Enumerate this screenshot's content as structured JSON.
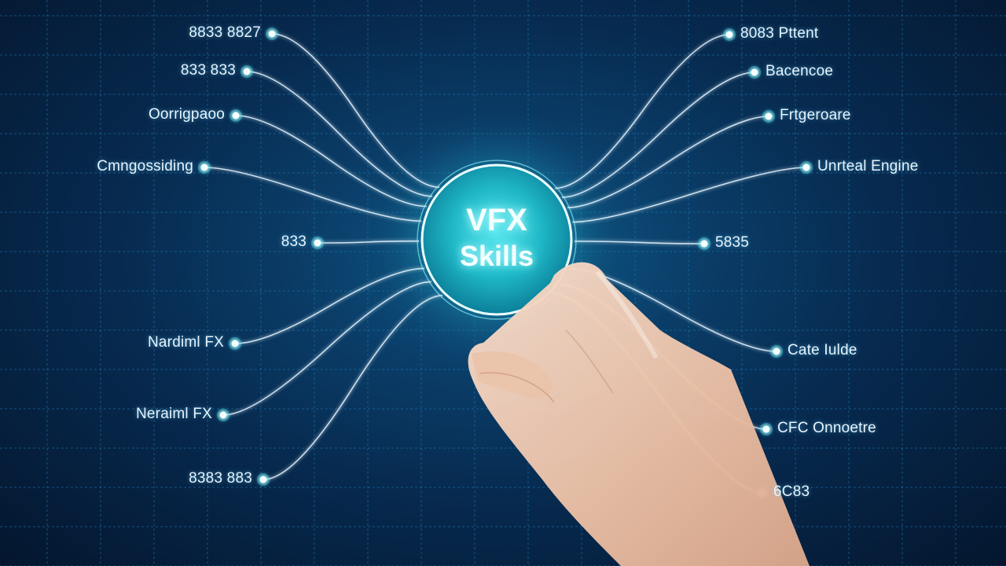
{
  "hub": {
    "line1": "VFX",
    "line2": "Skills"
  },
  "left_nodes": [
    {
      "label": "8833 8827"
    },
    {
      "label": "833 833"
    },
    {
      "label": "Oorrigpaoo"
    },
    {
      "label": "Cmngossiding"
    },
    {
      "label": "833"
    },
    {
      "label": "Nardiml FX"
    },
    {
      "label": "Neraiml FX"
    },
    {
      "label": "8383 883"
    }
  ],
  "right_nodes": [
    {
      "label": "8083 Pttent"
    },
    {
      "label": "Bacencoe"
    },
    {
      "label": "Frtgeroare"
    },
    {
      "label": "Unrteal Engine"
    },
    {
      "label": "5835"
    },
    {
      "label": "Cate Iulde"
    },
    {
      "label": "CFC Onnoetre"
    },
    {
      "label": "6C83"
    }
  ],
  "colors": {
    "background": "#072a4f",
    "grid": "#1b7fb8",
    "hub_fill": "#19b9c8",
    "line": "#e8f6ff",
    "node_glow": "#39e6f2",
    "label": "#e6f4ff",
    "hand_skin": "#f1cdb8"
  }
}
